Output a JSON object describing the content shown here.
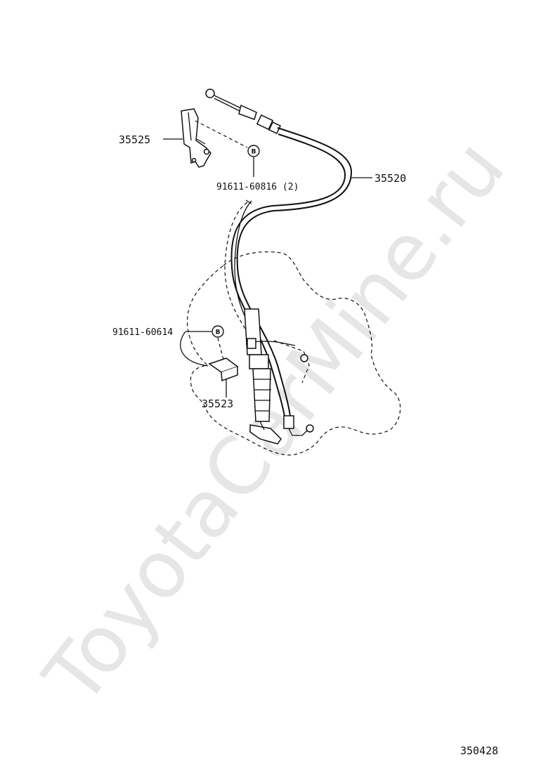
{
  "watermark": "ToyotaCarMine.ru",
  "callouts": [
    {
      "id": "35525",
      "text": "35525"
    },
    {
      "id": "35520",
      "text": "35520"
    },
    {
      "id": "91611-60816",
      "text": "91611-60816 (2)"
    },
    {
      "id": "91611-60614",
      "text": "91611-60614"
    },
    {
      "id": "35523",
      "text": "35523"
    }
  ],
  "badges": {
    "b1": "B",
    "b2": "B"
  },
  "figure_number": "350428"
}
